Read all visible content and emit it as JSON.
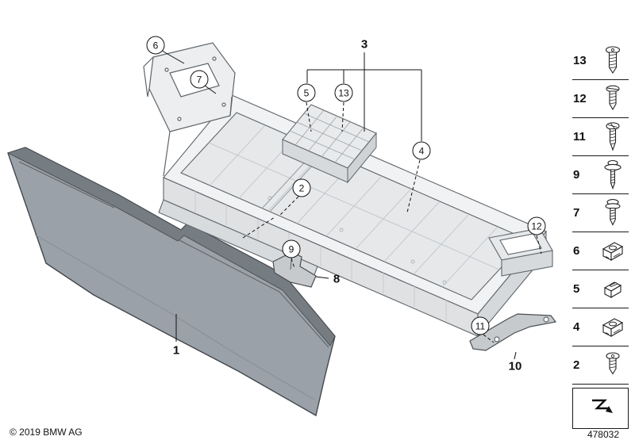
{
  "page": {
    "copyright": "© 2019 BMW AG",
    "diagram_number": "478032"
  },
  "callouts": {
    "circled": [
      {
        "label": "6"
      },
      {
        "label": "7"
      },
      {
        "label": "5"
      },
      {
        "label": "13"
      },
      {
        "label": "4"
      },
      {
        "label": "2"
      },
      {
        "label": "9"
      },
      {
        "label": "12"
      },
      {
        "label": "11"
      }
    ],
    "plain": [
      {
        "label": "3"
      },
      {
        "label": "8"
      },
      {
        "label": "1"
      },
      {
        "label": "10"
      }
    ]
  },
  "sidebar": {
    "items": [
      {
        "number": "13",
        "icon": "pan-head-screw-icon"
      },
      {
        "number": "12",
        "icon": "pan-head-screw-icon"
      },
      {
        "number": "11",
        "icon": "self-tapping-screw-icon"
      },
      {
        "number": "9",
        "icon": "washer-screw-icon"
      },
      {
        "number": "7",
        "icon": "flange-screw-icon"
      },
      {
        "number": "6",
        "icon": "cage-nut-clip-icon"
      },
      {
        "number": "5",
        "icon": "spring-clip-icon"
      },
      {
        "number": "4",
        "icon": "cage-nut-clip-icon"
      },
      {
        "number": "2",
        "icon": "torx-screw-icon"
      }
    ],
    "continuation_symbol": "see-adjacent-diagram-arrow"
  }
}
